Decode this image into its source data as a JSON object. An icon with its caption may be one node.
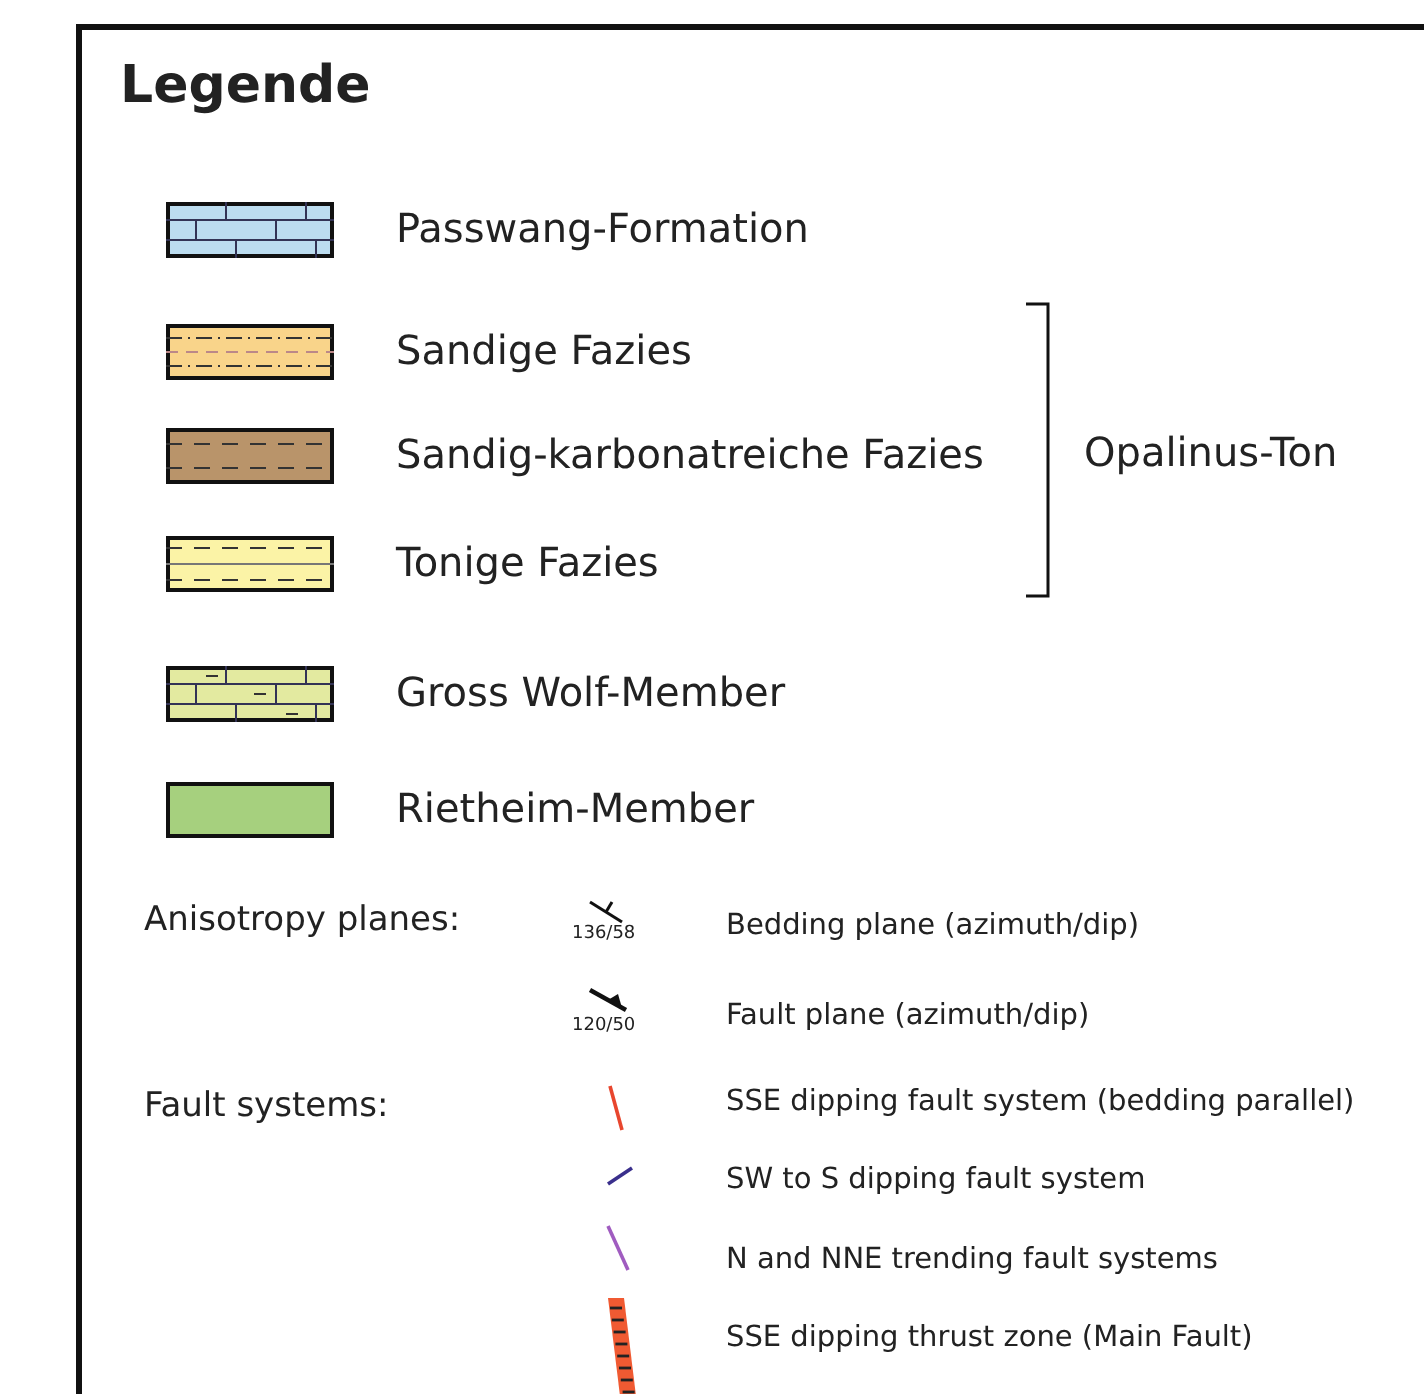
{
  "diagram": {
    "title": "Legende",
    "labels": [
      "Opalinus-Ton",
      "Anisotropy planes:",
      "136/58",
      "120/50",
      "Fault systems:"
    ],
    "legend": [
      {
        "text": "Passwang-Formation",
        "color": "#bcdcef"
      },
      {
        "text": "Sandige Fazies",
        "color": "#f9d48a"
      },
      {
        "text": "Sandig-karbonatreiche Fazies",
        "color": "#b9946a"
      },
      {
        "text": "Tonige Fazies",
        "color": "#fbf3a6"
      },
      {
        "text": "Gross Wolf-Member",
        "color": "#e3eaa0"
      },
      {
        "text": "Rietheim-Member",
        "color": "#a6d07e"
      },
      {
        "text": "Bedding plane (azimuth/dip)"
      },
      {
        "text": "Fault plane (azimuth/dip)"
      },
      {
        "text": "SSE dipping fault system (bedding parallel)"
      },
      {
        "text": "SW to S dipping fault system"
      },
      {
        "text": "N and NNE trending fault systems"
      },
      {
        "text": "SSE dipping thrust zone (Main Fault)"
      }
    ]
  }
}
